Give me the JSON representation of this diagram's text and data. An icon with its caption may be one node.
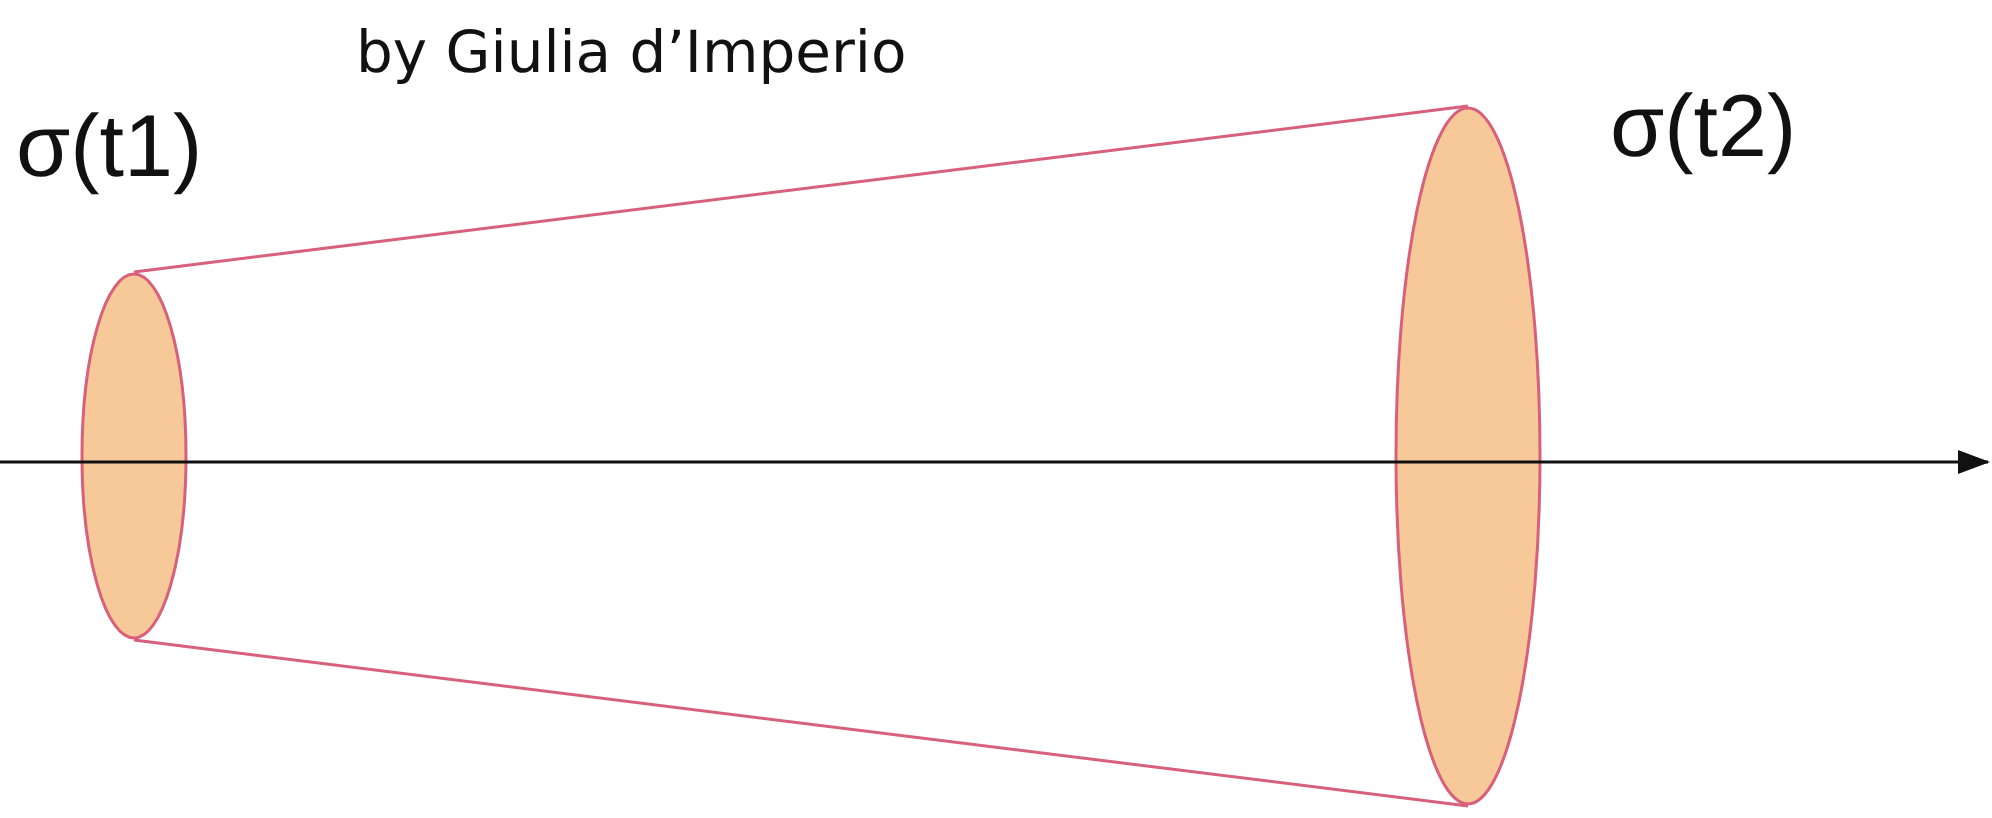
{
  "diagram": {
    "nodes": [
      {
        "text": [],
        "shape": "ellipse",
        "beside": [
          "σ(t1)"
        ]
      },
      {
        "text": [],
        "shape": "ellipse",
        "beside": [
          "σ(t2)"
        ]
      }
    ],
    "edges": [
      {
        "from": 0,
        "to": 1,
        "arrow": "none"
      },
      {
        "from": 0,
        "to": 1,
        "arrow": "none"
      }
    ],
    "labels": [
      "by Giulia d’Imperio"
    ]
  }
}
